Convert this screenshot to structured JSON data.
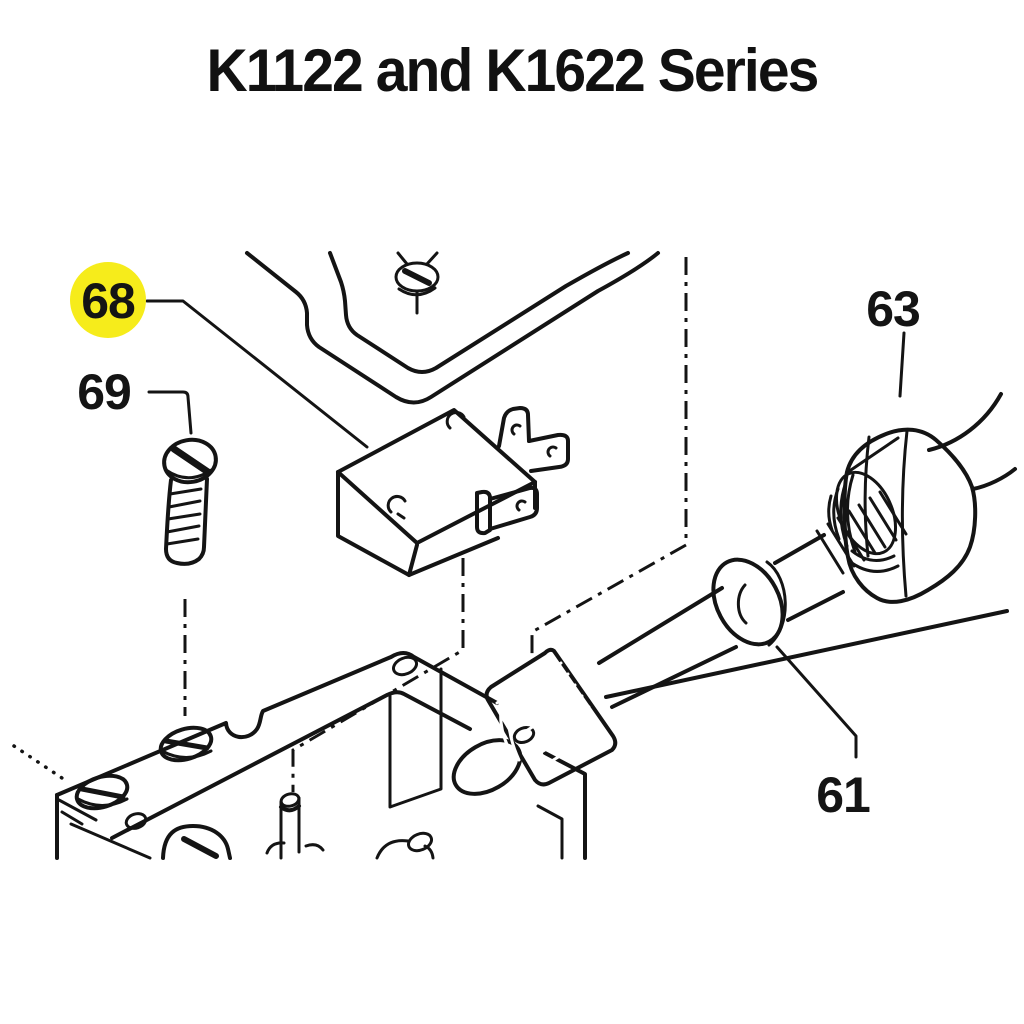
{
  "page": {
    "title": "K1122 and K1622 Series"
  },
  "diagram": {
    "line_color": "#141414",
    "highlight_color": "#F6EC1B",
    "callouts": [
      {
        "label": "68",
        "highlighted": true
      },
      {
        "label": "69",
        "highlighted": false
      },
      {
        "label": "63",
        "highlighted": false
      },
      {
        "label": "61",
        "highlighted": false
      }
    ]
  }
}
